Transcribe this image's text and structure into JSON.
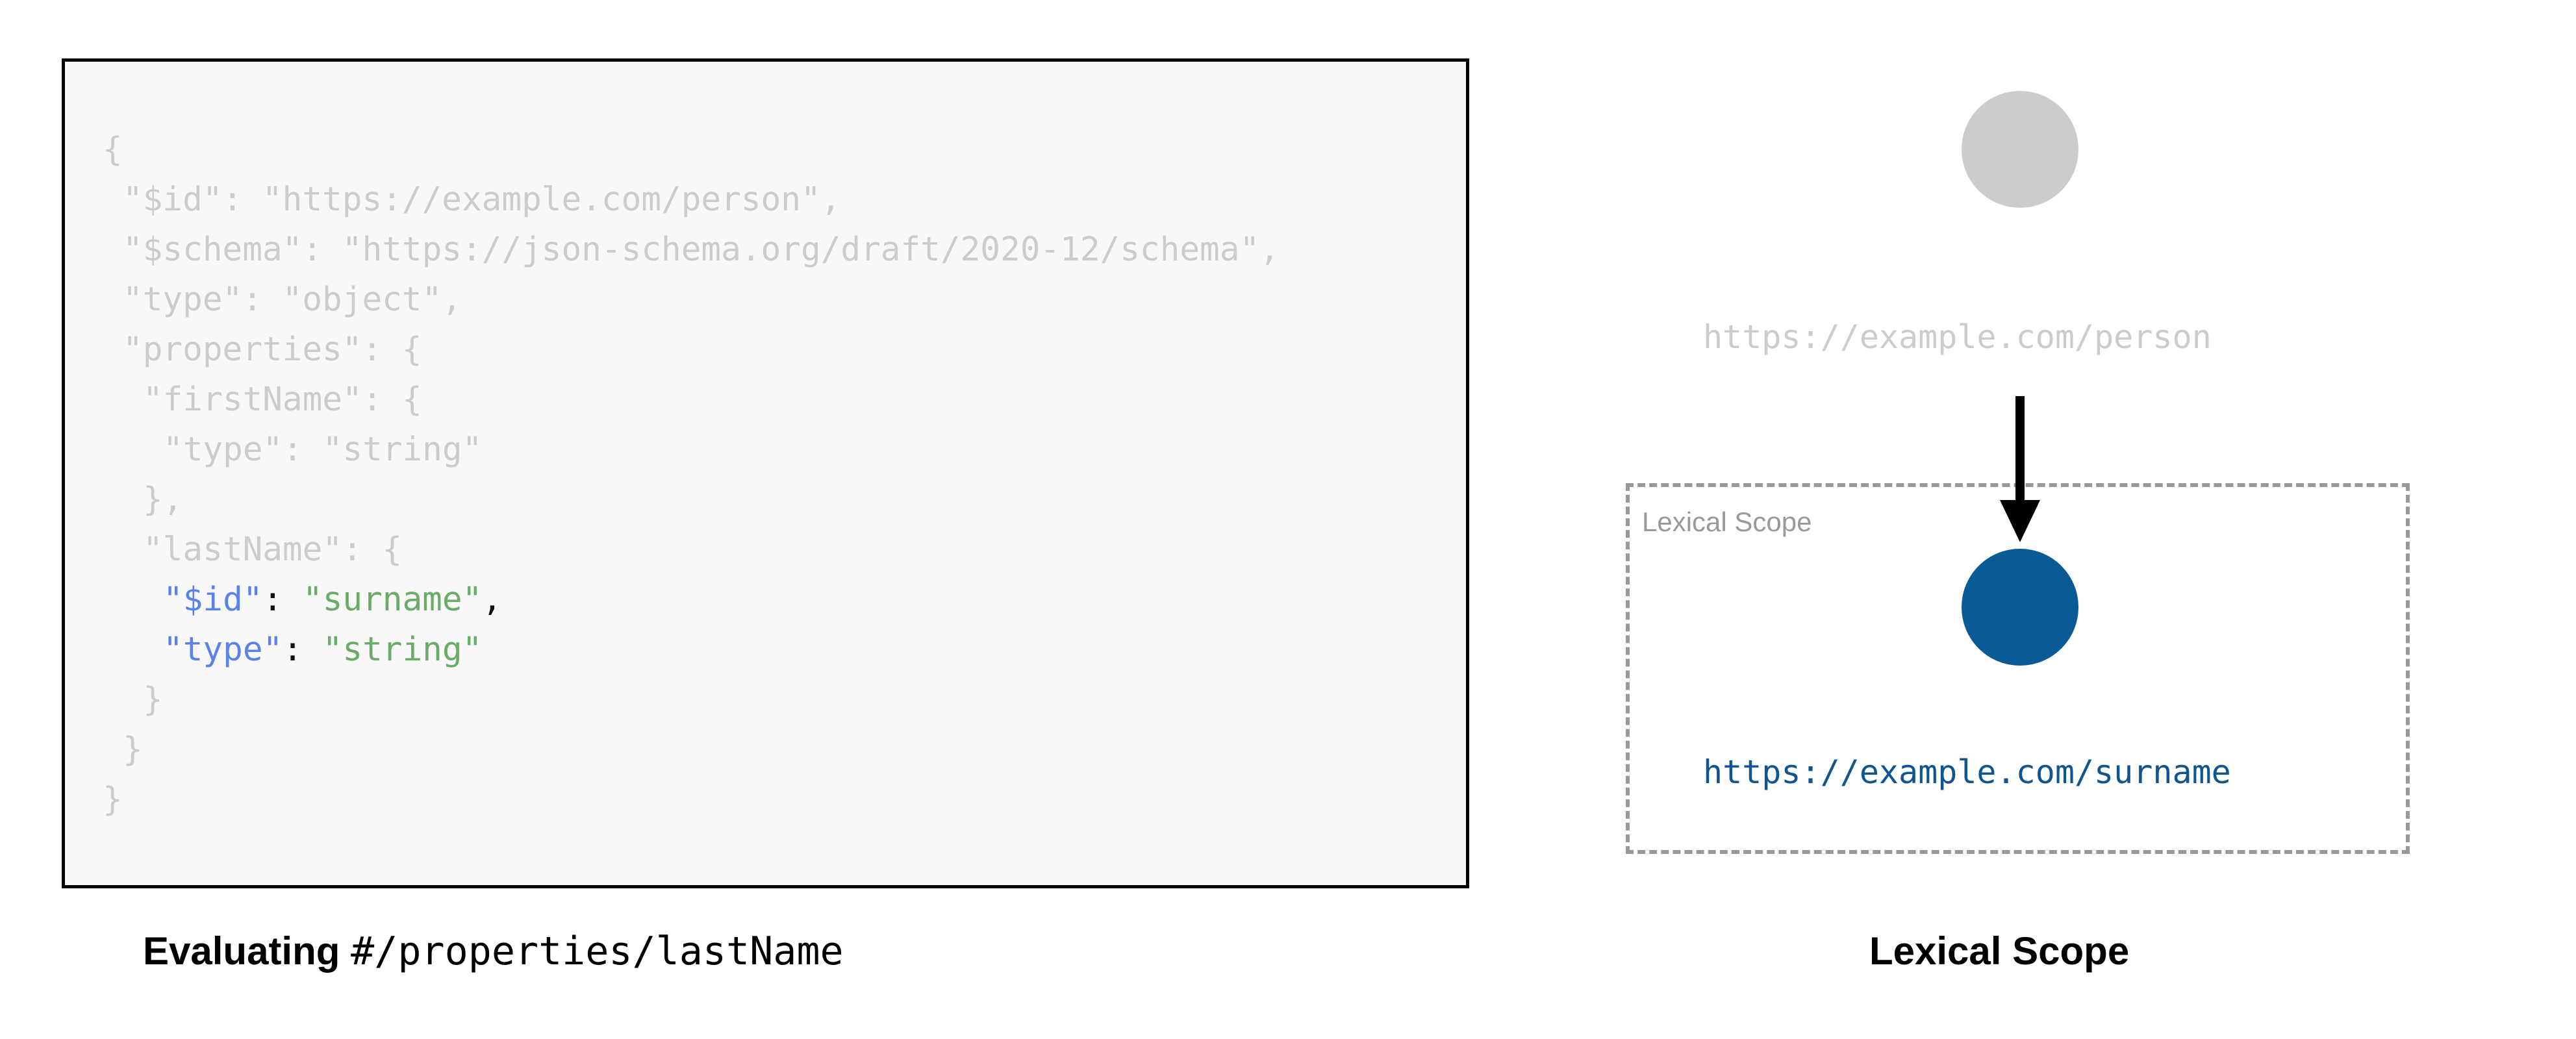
{
  "code_block": {
    "language": "json",
    "lines": [
      {
        "indent": 0,
        "segments": [
          {
            "text": "{",
            "style": "dim"
          }
        ]
      },
      {
        "indent": 1,
        "segments": [
          {
            "text": "\"$id\": \"https://example.com/person\",",
            "style": "dim"
          }
        ]
      },
      {
        "indent": 1,
        "segments": [
          {
            "text": "\"$schema\": \"https://json-schema.org/draft/2020-12/schema\",",
            "style": "dim"
          }
        ]
      },
      {
        "indent": 1,
        "segments": [
          {
            "text": "\"type\": \"object\",",
            "style": "dim"
          }
        ]
      },
      {
        "indent": 1,
        "segments": [
          {
            "text": "\"properties\": {",
            "style": "dim"
          }
        ]
      },
      {
        "indent": 2,
        "segments": [
          {
            "text": "\"firstName\": {",
            "style": "dim"
          }
        ]
      },
      {
        "indent": 3,
        "segments": [
          {
            "text": "\"type\": \"string\"",
            "style": "dim"
          }
        ]
      },
      {
        "indent": 2,
        "segments": [
          {
            "text": "},",
            "style": "dim"
          }
        ]
      },
      {
        "indent": 2,
        "segments": [
          {
            "text": "\"lastName\": {",
            "style": "dim"
          }
        ]
      },
      {
        "indent": 3,
        "segments": [
          {
            "text": "\"$id\"",
            "style": "key"
          },
          {
            "text": ": ",
            "style": "punc"
          },
          {
            "text": "\"surname\"",
            "style": "string"
          },
          {
            "text": ",",
            "style": "punc"
          }
        ]
      },
      {
        "indent": 3,
        "segments": [
          {
            "text": "\"type\"",
            "style": "key"
          },
          {
            "text": ": ",
            "style": "punc"
          },
          {
            "text": "\"string\"",
            "style": "string"
          }
        ]
      },
      {
        "indent": 2,
        "segments": [
          {
            "text": "}",
            "style": "dim"
          }
        ]
      },
      {
        "indent": 1,
        "segments": [
          {
            "text": "}",
            "style": "dim"
          }
        ]
      },
      {
        "indent": 0,
        "segments": [
          {
            "text": "}",
            "style": "dim"
          }
        ]
      }
    ]
  },
  "captions": {
    "left_prefix": "Evaluating ",
    "left_pointer": "#/properties/lastName",
    "right": "Lexical Scope"
  },
  "diagram": {
    "outer_node_label": "https://example.com/person",
    "inner_node_label": "https://example.com/surname",
    "scope_box_label": "Lexical Scope",
    "arrow_direction": "down"
  },
  "colors": {
    "dim_text": "#cccccc",
    "key_blue": "#5a82e8",
    "string_green": "#6aab68",
    "punctuation": "#111111",
    "outer_node_fill": "#cccccc",
    "inner_node_fill": "#0a5a96",
    "inner_label_blue": "#11558f",
    "scope_border": "#999999",
    "code_border": "#000000",
    "code_background": "#f8f8f8",
    "arrow": "#000000"
  }
}
